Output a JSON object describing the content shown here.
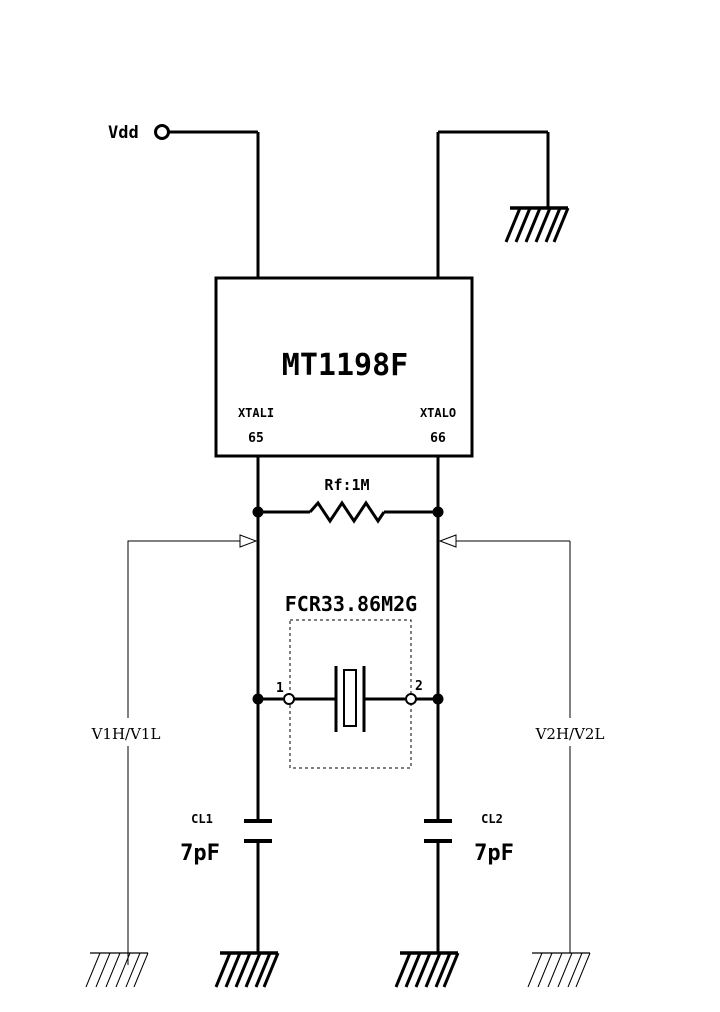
{
  "labels": {
    "vdd": "Vdd",
    "chip_name": "MT1198F",
    "pin_left_name": "XTALI",
    "pin_left_num": "65",
    "pin_right_name": "XTALO",
    "pin_right_num": "66",
    "resistor": "Rf:1M",
    "crystal": "FCR33.86M2G",
    "crystal_pin1": "1",
    "crystal_pin2": "2",
    "cap_left_name": "CL1",
    "cap_left_value": "7pF",
    "cap_right_name": "CL2",
    "cap_right_value": "7pF",
    "probe_left": "V1H/V1L",
    "probe_right": "V2H/V2L"
  }
}
